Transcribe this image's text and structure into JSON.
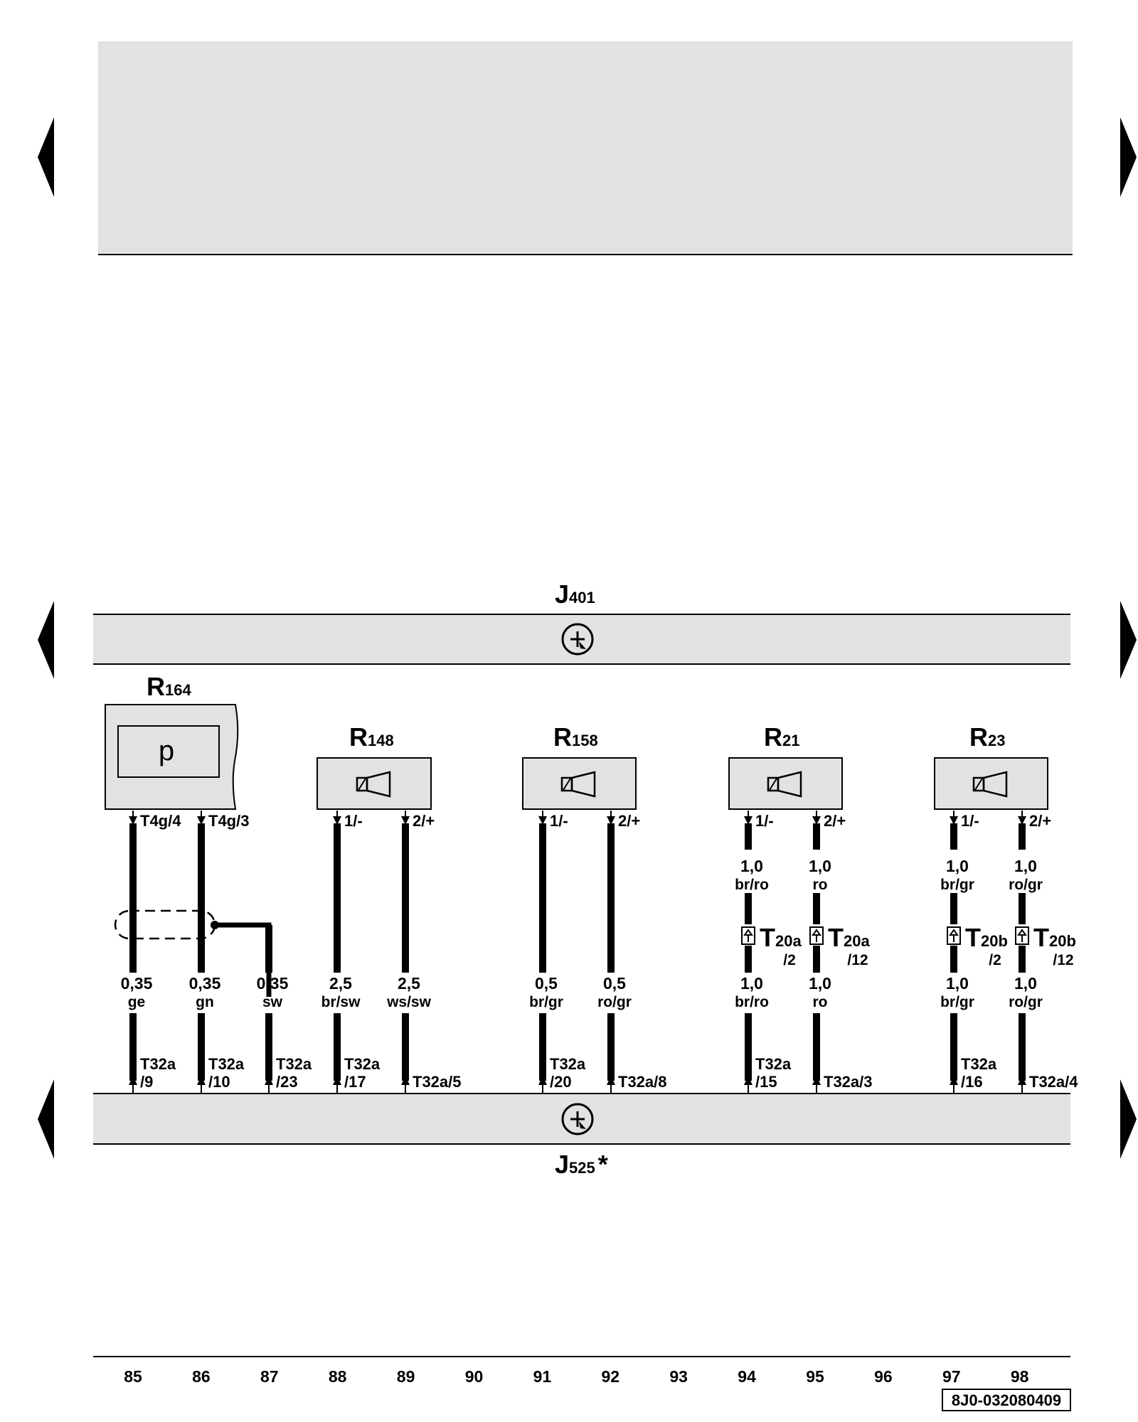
{
  "modules": {
    "top": {
      "letter": "J",
      "number": "401",
      "suffix": ""
    },
    "bottom": {
      "letter": "J",
      "number": "525",
      "suffix": "*"
    }
  },
  "components": [
    {
      "letter": "R",
      "number": "164",
      "type": "microphone",
      "glyph": "p"
    },
    {
      "letter": "R",
      "number": "148",
      "type": "speaker"
    },
    {
      "letter": "R",
      "number": "158",
      "type": "speaker"
    },
    {
      "letter": "R",
      "number": "21",
      "type": "speaker"
    },
    {
      "letter": "R",
      "number": "23",
      "type": "speaker"
    }
  ],
  "wires": [
    {
      "pin_top": "T4g/4",
      "gauge": "0,35",
      "color": "ge",
      "pin_bottom_1": "T32a",
      "pin_bottom_2": "/9"
    },
    {
      "pin_top": "T4g/3",
      "gauge": "0,35",
      "color": "gn",
      "pin_bottom_1": "T32a",
      "pin_bottom_2": "/10"
    },
    {
      "pin_top": "",
      "gauge": "0,35",
      "color": "sw",
      "pin_bottom_1": "T32a",
      "pin_bottom_2": "/23"
    },
    {
      "pin_top": "1/-",
      "gauge": "2,5",
      "color": "br/sw",
      "pin_bottom_1": "T32a",
      "pin_bottom_2": "/17"
    },
    {
      "pin_top": "2/+",
      "gauge": "2,5",
      "color": "ws/sw",
      "pin_bottom_1": "T32a/5",
      "pin_bottom_2": ""
    },
    {
      "pin_top": "1/-",
      "gauge": "0,5",
      "color": "br/gr",
      "pin_bottom_1": "T32a",
      "pin_bottom_2": "/20"
    },
    {
      "pin_top": "2/+",
      "gauge": "0,5",
      "color": "ro/gr",
      "pin_bottom_1": "T32a/8",
      "pin_bottom_2": ""
    },
    {
      "pin_top": "1/-",
      "gauge_top": "1,0",
      "color_top": "br/ro",
      "conn_big": "T",
      "conn_sub": "20a",
      "conn_pin": "/2",
      "gauge": "1,0",
      "color": "br/ro",
      "pin_bottom_1": "T32a",
      "pin_bottom_2": "/15"
    },
    {
      "pin_top": "2/+",
      "gauge_top": "1,0",
      "color_top": "ro",
      "conn_big": "T",
      "conn_sub": "20a",
      "conn_pin": "/12",
      "gauge": "1,0",
      "color": "ro",
      "pin_bottom_1": "T32a/3",
      "pin_bottom_2": ""
    },
    {
      "pin_top": "1/-",
      "gauge_top": "1,0",
      "color_top": "br/gr",
      "conn_big": "T",
      "conn_sub": "20b",
      "conn_pin": "/2",
      "gauge": "1,0",
      "color": "br/gr",
      "pin_bottom_1": "T32a",
      "pin_bottom_2": "/16"
    },
    {
      "pin_top": "2/+",
      "gauge_top": "1,0",
      "color_top": "ro/gr",
      "conn_big": "T",
      "conn_sub": "20b",
      "conn_pin": "/12",
      "gauge": "1,0",
      "color": "ro/gr",
      "pin_bottom_1": "T32a/4",
      "pin_bottom_2": ""
    }
  ],
  "track_numbers": [
    "85",
    "86",
    "87",
    "88",
    "89",
    "90",
    "91",
    "92",
    "93",
    "94",
    "95",
    "96",
    "97",
    "98"
  ],
  "document_id": "8J0-032080409",
  "colors": {
    "panel_fill": "#e2e2e2",
    "line": "#000000",
    "background": "#ffffff"
  },
  "icons": [
    "nav-prev-icon",
    "nav-next-icon",
    "control-unit-icon",
    "speaker-icon",
    "microphone-icon",
    "connector-icon"
  ]
}
